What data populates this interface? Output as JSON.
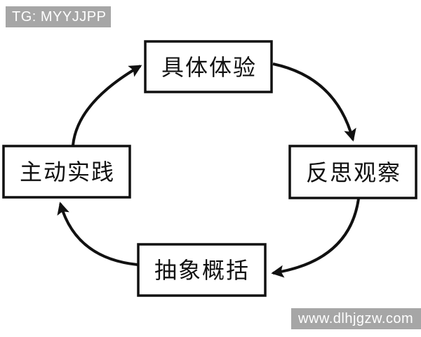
{
  "watermarks": {
    "top_left": "TG: MYYJJPP",
    "bottom_right": "www.dlhjgzw.com"
  },
  "diagram": {
    "type": "cycle",
    "flow": "clockwise",
    "nodes": [
      {
        "id": "concrete-experience",
        "label": "具体体验",
        "position": "top"
      },
      {
        "id": "reflective-observation",
        "label": "反思观察",
        "position": "right"
      },
      {
        "id": "abstract-conceptualization",
        "label": "抽象概括",
        "position": "bottom"
      },
      {
        "id": "active-experimentation",
        "label": "主动实践",
        "position": "left"
      }
    ],
    "edges": [
      {
        "from": "具体体验",
        "to": "反思观察"
      },
      {
        "from": "反思观察",
        "to": "抽象概括"
      },
      {
        "from": "抽象概括",
        "to": "主动实践"
      },
      {
        "from": "主动实践",
        "to": "具体体验"
      }
    ]
  },
  "colors": {
    "background": "#ffffff",
    "box_border": "#111111",
    "box_fill": "#ffffff",
    "text": "#111111",
    "arrow": "#111111",
    "watermark_bg": "#a6a6a6",
    "watermark_text": "#ffffff"
  }
}
